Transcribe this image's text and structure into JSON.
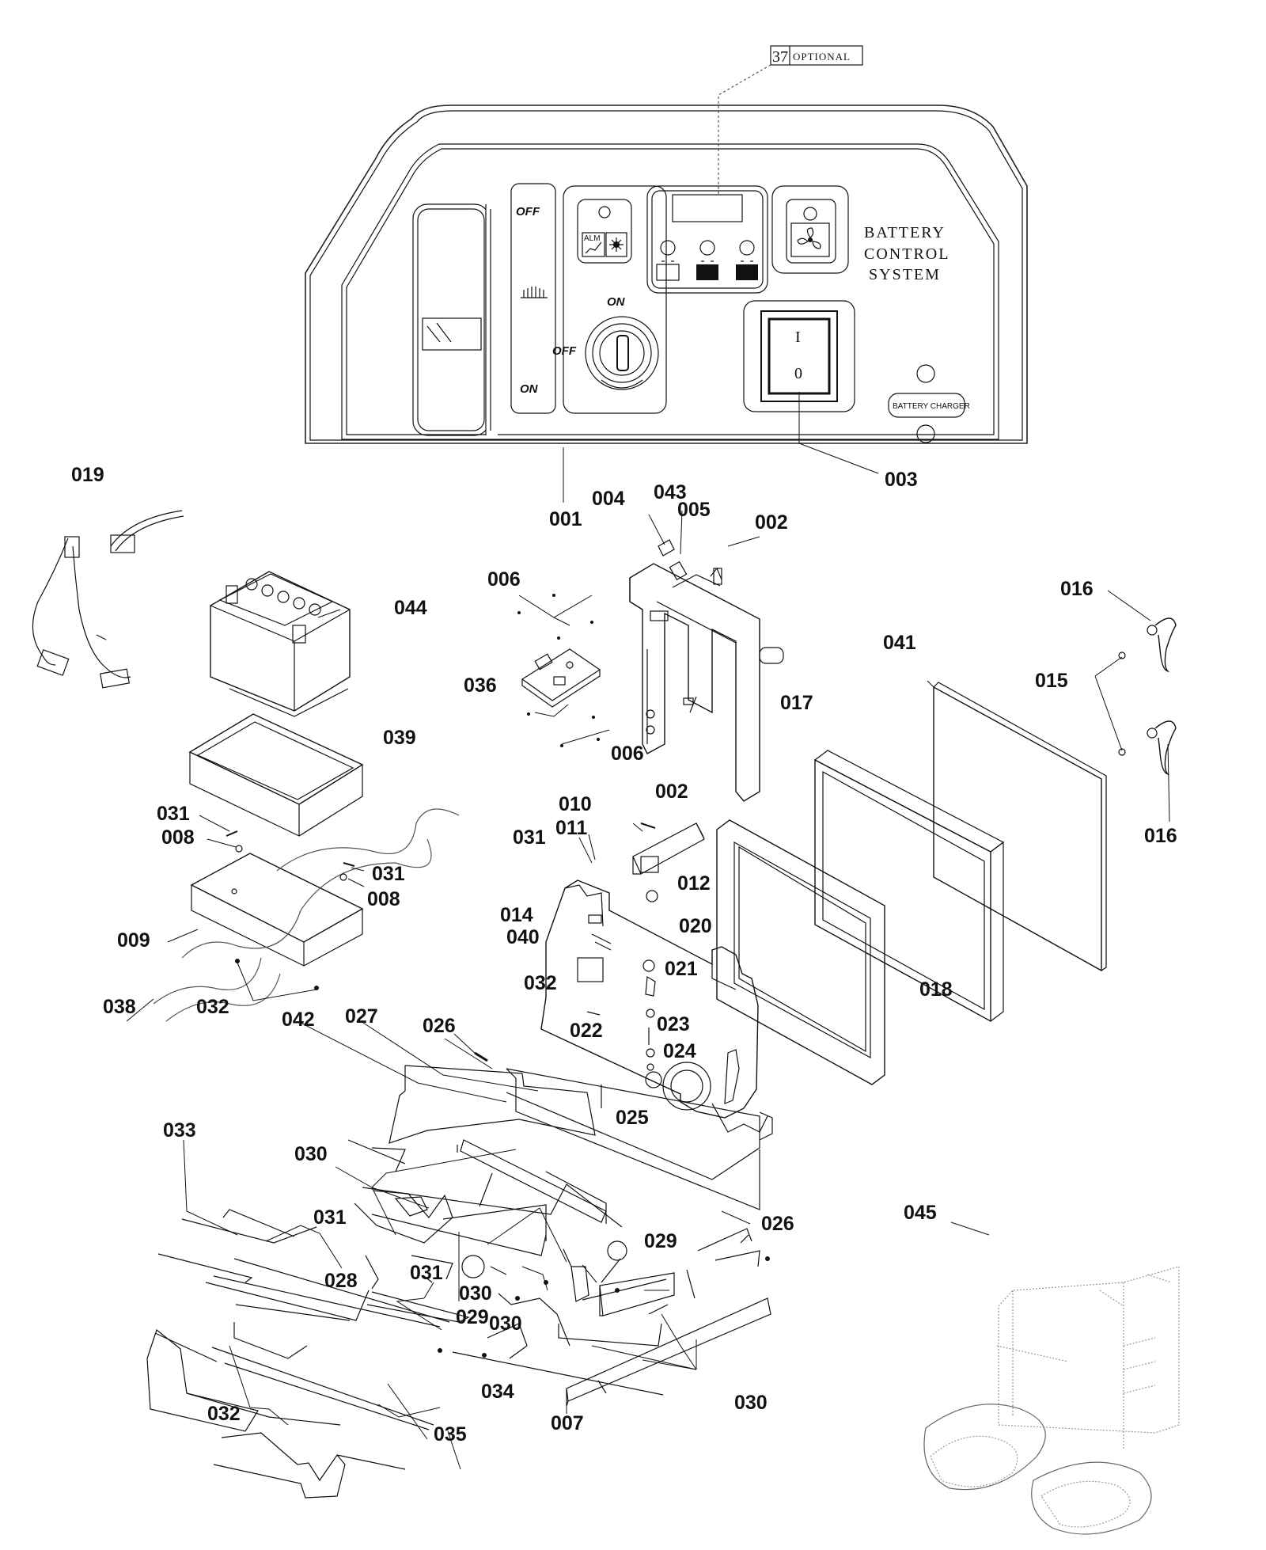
{
  "panel": {
    "title_lines": [
      "BATTERY",
      "CONTROL",
      "SYSTEM"
    ],
    "optional_number": "37",
    "optional_text": "OPTIONAL",
    "switch_labels": {
      "off_top": "OFF",
      "on_bottom": "ON",
      "key_on": "ON",
      "key_off": "OFF"
    },
    "rocker_on": "I",
    "rocker_off": "0",
    "charger_label": "BATTERY CHARGER",
    "alarm_label": "ALM"
  },
  "labels": {
    "p001": "001",
    "p002a": "002",
    "p002b": "002",
    "p003": "003",
    "p004": "004",
    "p005": "005",
    "p006a": "006",
    "p006b": "006",
    "p007": "007",
    "p008a": "008",
    "p008b": "008",
    "p009": "009",
    "p010": "010",
    "p011": "011",
    "p012": "012",
    "p014": "014",
    "p015": "015",
    "p016a": "016",
    "p016b": "016",
    "p017": "017",
    "p018": "018",
    "p019": "019",
    "p020": "020",
    "p021": "021",
    "p022": "022",
    "p023": "023",
    "p024": "024",
    "p025": "025",
    "p026a": "026",
    "p026b": "026",
    "p027": "027",
    "p028": "028",
    "p029a": "029",
    "p029b": "029",
    "p030a": "030",
    "p030b": "030",
    "p030c": "030",
    "p030d": "030",
    "p031a": "031",
    "p031b": "031",
    "p031c": "031",
    "p031d": "031",
    "p031e": "031",
    "p032a": "032",
    "p032b": "032",
    "p032c": "032",
    "p033": "033",
    "p034": "034",
    "p035": "035",
    "p036": "036",
    "p038": "038",
    "p039": "039",
    "p040": "040",
    "p041": "041",
    "p042": "042",
    "p043": "043",
    "p044": "044",
    "p045": "045"
  }
}
